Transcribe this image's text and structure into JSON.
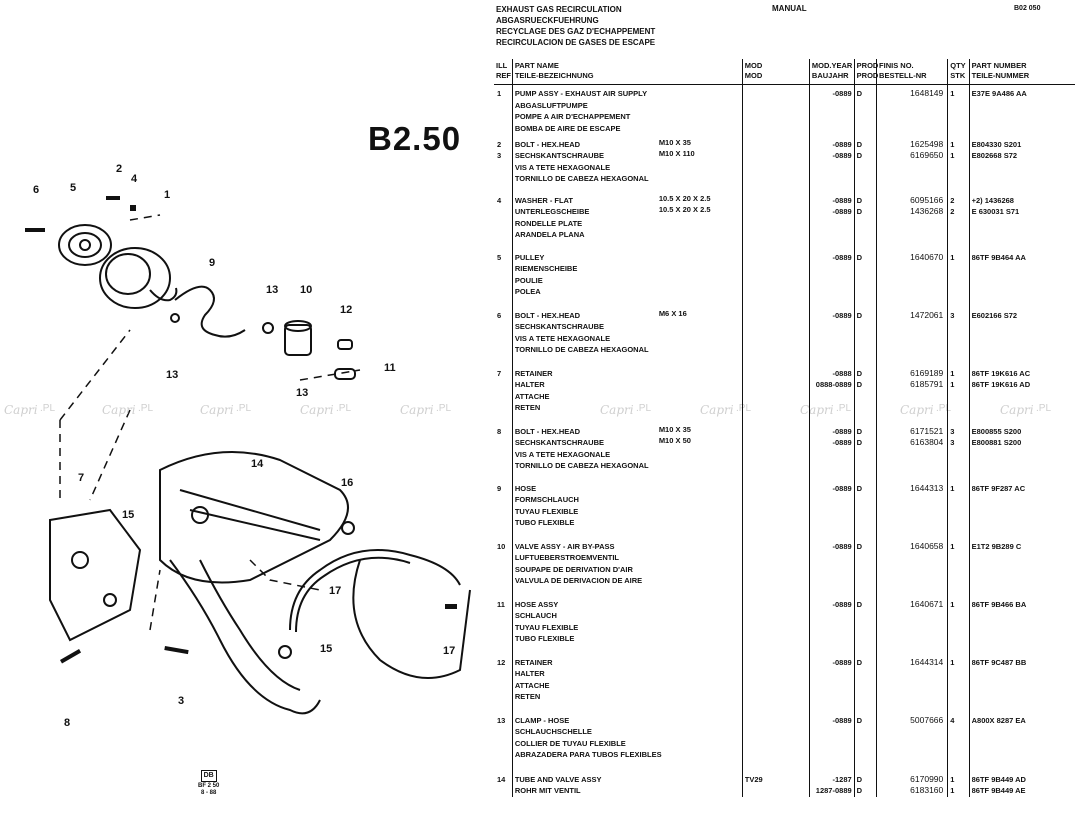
{
  "page": {
    "left": {
      "section_code": "B2.50",
      "callouts": [
        "1",
        "2",
        "3",
        "4",
        "5",
        "6",
        "7",
        "8",
        "9",
        "10",
        "11",
        "12",
        "13",
        "13",
        "13",
        "14",
        "15",
        "15",
        "16",
        "17",
        "17"
      ],
      "footer": {
        "logo": "DB",
        "line1": "BF 2 50",
        "line2": "8 - 88"
      },
      "watermark": [
        "Capri",
        ".PL"
      ]
    },
    "header": {
      "title_lines": [
        "EXHAUST GAS RECIRCULATION",
        "ABGASRUECKFUEHRUNG",
        "RECYCLAGE DES GAZ D'ECHAPPEMENT",
        "RECIRCULACION DE GASES DE ESCAPE"
      ],
      "manual": "MANUAL",
      "page_number": "B02 050"
    },
    "columns": {
      "ref": [
        "ILL",
        "REF"
      ],
      "name": [
        "PART NAME",
        "TEILE-BEZEICHNUNG"
      ],
      "mod": [
        "MOD",
        "MOD"
      ],
      "year": [
        "MOD.YEAR",
        "BAUJAHR"
      ],
      "prod": [
        "PROD",
        "PROD"
      ],
      "finis": [
        "FINIS NO.",
        "BESTELL-NR"
      ],
      "qty": [
        "QTY",
        "STK"
      ],
      "partnum": [
        "PART NUMBER",
        "TEILE-NUMMER"
      ]
    },
    "rows": [
      {
        "ref": "1",
        "names": [
          "PUMP ASSY - EXHAUST AIR SUPPLY",
          "ABGASLUFTPUMPE",
          "POMPE A AIR D'ECHAPPEMENT",
          "BOMBA DE AIRE DE ESCAPE"
        ],
        "sizes": [],
        "mod": [],
        "years": [
          "-0889"
        ],
        "prods": [
          "D"
        ],
        "finis": [
          "1648149"
        ],
        "qtys": [
          "1"
        ],
        "partnums": [
          "E37E 9A486 AA"
        ]
      },
      {
        "ref": "2",
        "ref2": "3",
        "names": [
          "BOLT - HEX.HEAD",
          "SECHSKANTSCHRAUBE",
          "VIS A TETE HEXAGONALE",
          "TORNILLO DE CABEZA HEXAGONAL"
        ],
        "sizes": [
          "M10 X 35",
          "M10 X 110"
        ],
        "mod": [],
        "years": [
          "-0889",
          "-0889"
        ],
        "prods": [
          "D",
          "D"
        ],
        "finis": [
          "1625498",
          "6169650"
        ],
        "qtys": [
          "1",
          "1"
        ],
        "partnums": [
          "E804330 S201",
          "E802668 S72"
        ]
      },
      {
        "ref": "4",
        "names": [
          "WASHER - FLAT",
          "UNTERLEGSCHEIBE",
          "RONDELLE PLATE",
          "ARANDELA PLANA"
        ],
        "sizes": [
          "10.5 X 20 X 2.5",
          "10.5 X 20 X 2.5"
        ],
        "mod": [],
        "years": [
          "-0889",
          "-0889"
        ],
        "prods": [
          "D",
          "D"
        ],
        "finis": [
          "6095166",
          "1436268"
        ],
        "qtys": [
          "2",
          "2"
        ],
        "partnums": [
          "+2) 1436268",
          "E 630031 S71"
        ]
      },
      {
        "ref": "5",
        "names": [
          "PULLEY",
          "RIEMENSCHEIBE",
          "POULIE",
          "POLEA"
        ],
        "sizes": [],
        "mod": [],
        "years": [
          "-0889"
        ],
        "prods": [
          "D"
        ],
        "finis": [
          "1640670"
        ],
        "qtys": [
          "1"
        ],
        "partnums": [
          "86TF 9B464 AA"
        ]
      },
      {
        "ref": "6",
        "names": [
          "BOLT - HEX.HEAD",
          "SECHSKANTSCHRAUBE",
          "VIS A TETE HEXAGONALE",
          "TORNILLO DE CABEZA HEXAGONAL"
        ],
        "sizes": [
          "M6 X 16"
        ],
        "mod": [],
        "years": [
          "-0889"
        ],
        "prods": [
          "D"
        ],
        "finis": [
          "1472061"
        ],
        "qtys": [
          "3"
        ],
        "partnums": [
          "E602166 S72"
        ]
      },
      {
        "ref": "7",
        "names": [
          "RETAINER",
          "HALTER",
          "ATTACHE",
          "RETEN"
        ],
        "sizes": [],
        "mod": [],
        "years": [
          "-0888",
          "0888-0889"
        ],
        "prods": [
          "D",
          "D"
        ],
        "finis": [
          "6169189",
          "6185791"
        ],
        "qtys": [
          "1",
          "1"
        ],
        "partnums": [
          "86TF 19K616 AC",
          "86TF 19K616 AD"
        ]
      },
      {
        "ref": "8",
        "names": [
          "BOLT - HEX.HEAD",
          "SECHSKANTSCHRAUBE",
          "VIS A TETE HEXAGONALE",
          "TORNILLO DE CABEZA HEXAGONAL"
        ],
        "sizes": [
          "M10 X 35",
          "M10 X 50"
        ],
        "mod": [],
        "years": [
          "-0889",
          "-0889"
        ],
        "prods": [
          "D",
          "D"
        ],
        "finis": [
          "6171521",
          "6163804"
        ],
        "qtys": [
          "3",
          "3"
        ],
        "partnums": [
          "E800855 S200",
          "E800881 S200"
        ]
      },
      {
        "ref": "9",
        "names": [
          "HOSE",
          "FORMSCHLAUCH",
          "TUYAU FLEXIBLE",
          "TUBO FLEXIBLE"
        ],
        "sizes": [],
        "mod": [],
        "years": [
          "-0889"
        ],
        "prods": [
          "D"
        ],
        "finis": [
          "1644313"
        ],
        "qtys": [
          "1"
        ],
        "partnums": [
          "86TF 9F287 AC"
        ]
      },
      {
        "ref": "10",
        "names": [
          "VALVE ASSY - AIR BY-PASS",
          "LUFTUEBERSTROEMVENTIL",
          "SOUPAPE DE DERIVATION D'AIR",
          "VALVULA DE DERIVACION DE AIRE"
        ],
        "sizes": [],
        "mod": [],
        "years": [
          "-0889"
        ],
        "prods": [
          "D"
        ],
        "finis": [
          "1640658"
        ],
        "qtys": [
          "1"
        ],
        "partnums": [
          "E1T2 9B289 C"
        ]
      },
      {
        "ref": "11",
        "names": [
          "HOSE ASSY",
          "SCHLAUCH",
          "TUYAU FLEXIBLE",
          "TUBO FLEXIBLE"
        ],
        "sizes": [],
        "mod": [],
        "years": [
          "-0889"
        ],
        "prods": [
          "D"
        ],
        "finis": [
          "1640671"
        ],
        "qtys": [
          "1"
        ],
        "partnums": [
          "86TF 9B466 BA"
        ]
      },
      {
        "ref": "12",
        "names": [
          "RETAINER",
          "HALTER",
          "ATTACHE",
          "RETEN"
        ],
        "sizes": [],
        "mod": [],
        "years": [
          "-0889"
        ],
        "prods": [
          "D"
        ],
        "finis": [
          "1644314"
        ],
        "qtys": [
          "1"
        ],
        "partnums": [
          "86TF 9C487 BB"
        ]
      },
      {
        "ref": "13",
        "names": [
          "CLAMP - HOSE",
          "SCHLAUCHSCHELLE",
          "COLLIER DE TUYAU FLEXIBLE",
          "ABRAZADERA PARA TUBOS FLEXIBLES"
        ],
        "sizes": [],
        "mod": [],
        "years": [
          "-0889"
        ],
        "prods": [
          "D"
        ],
        "finis": [
          "5007666"
        ],
        "qtys": [
          "4"
        ],
        "partnums": [
          "A800X 8287 EA"
        ]
      },
      {
        "ref": "14",
        "names": [
          "TUBE AND VALVE ASSY",
          "ROHR MIT VENTIL"
        ],
        "sizes": [],
        "mod": [
          "TV29"
        ],
        "years": [
          "-1287",
          "1287-0889"
        ],
        "prods": [
          "D",
          "D"
        ],
        "finis": [
          "6170990",
          "6183160"
        ],
        "qtys": [
          "1",
          "1"
        ],
        "partnums": [
          "86TF 9B449 AD",
          "86TF 9B449 AE"
        ]
      }
    ]
  }
}
